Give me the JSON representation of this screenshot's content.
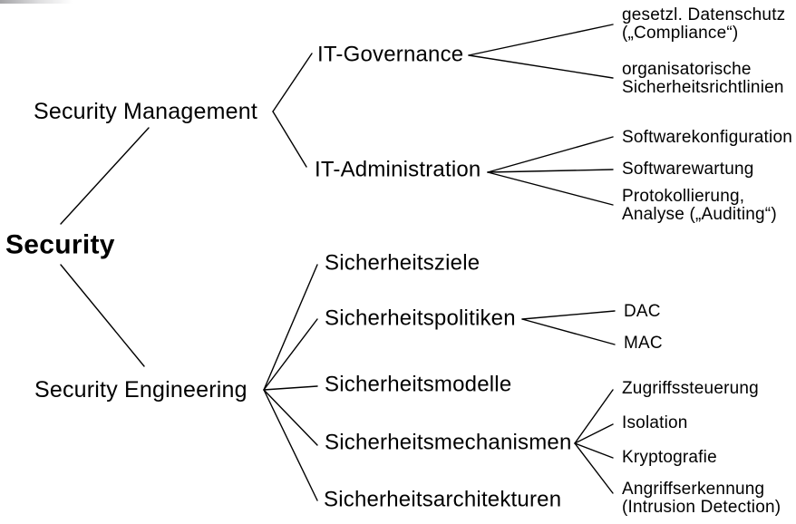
{
  "tree": {
    "root": {
      "label": "Security"
    },
    "branches": [
      {
        "label": "Security Management",
        "children": [
          {
            "label": "IT-Governance",
            "children": [
              {
                "label": "gesetzl. Datenschutz\n(„Compliance“)"
              },
              {
                "label": "organisatorische\nSicherheitsrichtlinien"
              }
            ]
          },
          {
            "label": "IT-Administration",
            "children": [
              {
                "label": "Softwarekonfiguration"
              },
              {
                "label": "Softwarewartung"
              },
              {
                "label": "Protokollierung,\nAnalyse („Auditing“)"
              }
            ]
          }
        ]
      },
      {
        "label": "Security Engineering",
        "children": [
          {
            "label": "Sicherheitsziele"
          },
          {
            "label": "Sicherheitspolitiken",
            "children": [
              {
                "label": "DAC"
              },
              {
                "label": "MAC"
              }
            ]
          },
          {
            "label": "Sicherheitsmodelle"
          },
          {
            "label": "Sicherheitsmechanismen",
            "children": [
              {
                "label": "Zugriffssteuerung"
              },
              {
                "label": "Isolation"
              },
              {
                "label": "Kryptografie"
              },
              {
                "label": "Angriffserkennung\n(Intrusion Detection)"
              }
            ]
          },
          {
            "label": "Sicherheitsarchitekturen"
          }
        ]
      }
    ]
  },
  "colors": {
    "background": "#ffffff",
    "line": "#000000",
    "text": "#000000"
  }
}
